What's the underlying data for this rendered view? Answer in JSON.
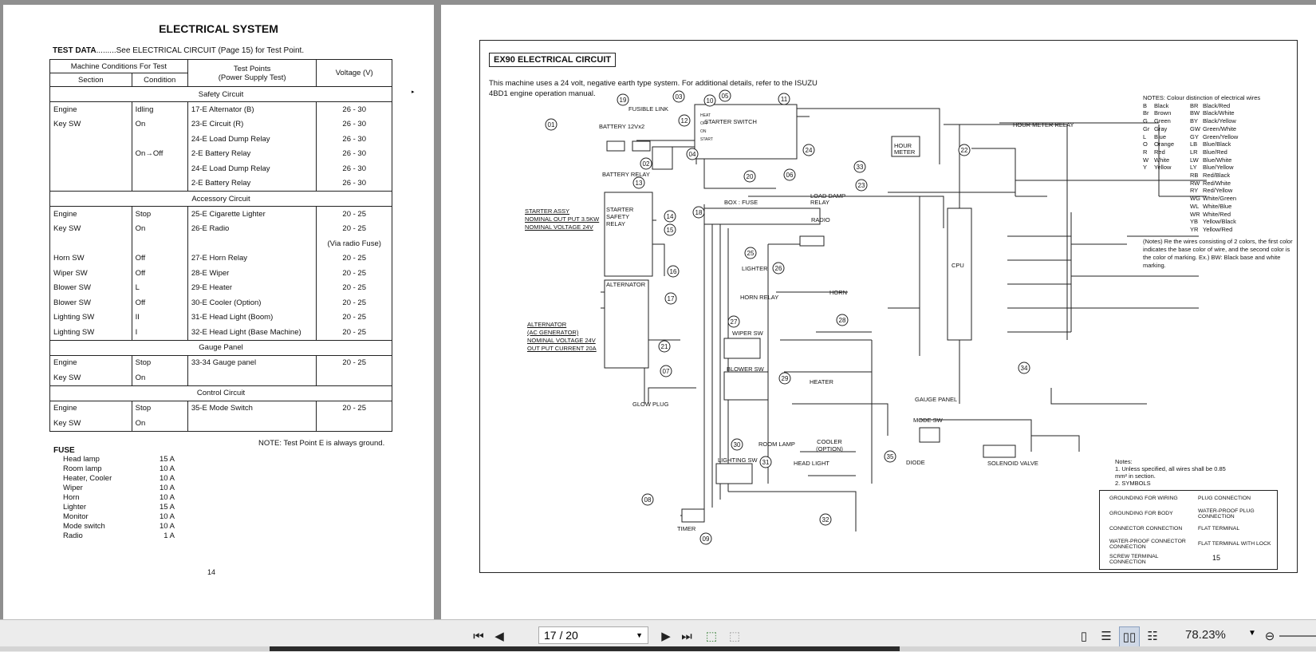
{
  "left_page": {
    "title": "ELECTRICAL SYSTEM",
    "test_data_label": "TEST DATA",
    "test_data_text": ".........See  ELECTRICAL CIRCUIT (Page 15)  for Test  Point.",
    "table_headers": {
      "machine_conditions": "Machine Conditions For Test",
      "section": "Section",
      "condition": "Condition",
      "test_points": "Test Points",
      "test_points_sub": "(Power Supply Test)",
      "voltage": "Voltage (V)"
    },
    "sections": [
      {
        "name": "Safety Circuit",
        "rows": [
          [
            "Engine",
            "Idling",
            "17-E   Alternator (B)",
            "26 - 30"
          ],
          [
            "Key SW",
            "On",
            "23-E   Circuit (R)",
            "26 - 30"
          ],
          [
            "",
            "",
            "24-E   Load Dump Relay",
            "26 - 30"
          ],
          [
            "",
            "On→Off",
            "2-E    Battery Relay",
            "26 - 30"
          ],
          [
            "",
            "",
            "24-E   Load Dump Relay",
            "26 - 30"
          ],
          [
            "",
            "",
            "2-E    Battery Relay",
            "26 - 30"
          ]
        ]
      },
      {
        "name": "Accessory Circuit",
        "rows": [
          [
            "Engine",
            "Stop",
            "25-E   Cigarette Lighter",
            "20 - 25"
          ],
          [
            "Key SW",
            "On",
            "26-E   Radio",
            "20 - 25"
          ],
          [
            "",
            "",
            "",
            "(Via radio Fuse)"
          ],
          [
            "Horn SW",
            "Off",
            "27-E   Horn Relay",
            "20 - 25"
          ],
          [
            "Wiper SW",
            "Off",
            "28-E   Wiper",
            "20 - 25"
          ],
          [
            "Blower SW",
            "L",
            "29-E   Heater",
            "20 - 25"
          ],
          [
            "Blower SW",
            "Off",
            "30-E   Cooler (Option)",
            "20 - 25"
          ],
          [
            "Lighting SW",
            "II",
            "31-E   Head Light (Boom)",
            "20 - 25"
          ],
          [
            "Lighting SW",
            "I",
            "32-E   Head Light (Base Machine)",
            "20 - 25"
          ]
        ]
      },
      {
        "name": "Gauge Panel",
        "rows": [
          [
            "Engine",
            "Stop",
            "33-34   Gauge panel",
            "20 - 25"
          ],
          [
            "Key SW",
            "On",
            "",
            ""
          ]
        ]
      },
      {
        "name": "Control   Circuit",
        "rows": [
          [
            "Engine",
            "Stop",
            "35-E   Mode Switch",
            "20 - 25"
          ],
          [
            "Key SW",
            "On",
            "",
            ""
          ]
        ]
      }
    ],
    "note": "NOTE: Test Point  E  is always ground.",
    "fuse_title": "FUSE",
    "fuses": [
      [
        "Head lamp",
        "15 A"
      ],
      [
        "Room lamp",
        "10 A"
      ],
      [
        "Heater, Cooler",
        "10 A"
      ],
      [
        "Wiper",
        "10 A"
      ],
      [
        "Horn",
        "10 A"
      ],
      [
        "Lighter",
        "15 A"
      ],
      [
        "Monitor",
        "10 A"
      ],
      [
        "Mode switch",
        "10 A"
      ],
      [
        "Radio",
        "1 A"
      ]
    ],
    "page_number": "14"
  },
  "right_page": {
    "circuit_title": "EX90  ELECTRICAL CIRCUIT",
    "intro": "This  machine  uses  a  24  volt,  negative  earth  type  system.  For  additional  details,  refer  to  the ISUZU 4BD1 engine operation manual.",
    "notes_title": "NOTES:  Colour distinction of electrical wires",
    "colour_codes": [
      [
        "B",
        "Black",
        "BR",
        "Black/Red"
      ],
      [
        "Br",
        "Brown",
        "BW",
        "Black/White"
      ],
      [
        "G",
        "Green",
        "BY",
        "Black/Yellow"
      ],
      [
        "Gr",
        "Gray",
        "GW",
        "Green/White"
      ],
      [
        "L",
        "Blue",
        "GY",
        "Green/Yellow"
      ],
      [
        "O",
        "Orange",
        "LB",
        "Blue/Black"
      ],
      [
        "R",
        "Red",
        "LR",
        "Blue/Red"
      ],
      [
        "W",
        "White",
        "LW",
        "Blue/White"
      ],
      [
        "Y",
        "Yellow",
        "LY",
        "Blue/Yellow"
      ],
      [
        "",
        "",
        "RB",
        "Red/Black"
      ],
      [
        "",
        "",
        "RW",
        "Red/White"
      ],
      [
        "",
        "",
        "RY",
        "Red/Yellow"
      ],
      [
        "",
        "",
        "WG",
        "White/Green"
      ],
      [
        "",
        "",
        "WL",
        "White/Blue"
      ],
      [
        "",
        "",
        "WR",
        "White/Red"
      ],
      [
        "",
        "",
        "YB",
        "Yellow/Black"
      ],
      [
        "",
        "",
        "YR",
        "Yellow/Red"
      ]
    ],
    "notes2": "(Notes)  Re the wires consisting of 2 colors, the first color indicates the base color of wire, and the second color is the color of marking. Ex.) BW: Black base and white marking.",
    "notes3_title": "Notes:",
    "notes3_1": "1.  Unless specified, all wires shall be 0.85 mm² in section.",
    "notes3_2": "2.  SYMBOLS",
    "legend": [
      [
        "GROUNDING FOR WIRING",
        "PLUG CONNECTION"
      ],
      [
        "GROUNDING FOR BODY",
        "WATER-PROOF PLUG CONNECTION"
      ],
      [
        "CONNECTOR CONNECTION",
        "FLAT TERMINAL"
      ],
      [
        "WATER-PROOF CONNECTOR CONNECTION",
        "FLAT TERMINAL WITH LOCK"
      ],
      [
        "SCREW TERMINAL CONNECTION",
        ""
      ]
    ],
    "labels": {
      "fusible_link": "FUSIBLE LINK",
      "battery": "BATTERY 12Vx2",
      "battery_relay": "BATTERY RELAY",
      "starter_switch": "STARTER SWITCH",
      "hour_meter_relay": "HOUR METER RELAY",
      "hour_meter": "HOUR METER",
      "load_damp_relay": "LOAD DAMP RELAY",
      "box_fuse": "BOX : FUSE",
      "radio": "RADIO",
      "starter_assy": "STARTER ASSY",
      "starter_out": "NOMINAL OUT PUT 3.5KW",
      "starter_volt": "NOMINAL VOLTAGE 24V",
      "starter_safety": "STARTER SAFETY RELAY",
      "lighter": "LIGHTER",
      "horn_relay": "HORN RELAY",
      "horn": "HORN",
      "alternator_box": "ALTERNATOR",
      "alternator": "ALTERNATOR",
      "ac_gen": "(AC GENERATOR)",
      "alt_volt": "NOMINAL VOLTAGE 24V",
      "alt_current": "OUT PUT CURRENT 20A",
      "wiper_sw": "WIPER SW",
      "blower_sw": "BLOWER SW",
      "heater": "HEATER",
      "room_lamp": "ROOM LAMP",
      "cooler": "COOLER (OPTION)",
      "lighting_sw": "LIGHTING SW",
      "head_light": "HEAD LIGHT",
      "glow_plug": "GLOW PLUG",
      "timer": "TIMER",
      "gauge_panel": "GAUGE PANEL",
      "mode_sw": "MODE SW",
      "diode": "DIODE",
      "solenoid": "SOLENOID VALVE",
      "cpu": "CPU"
    },
    "callouts": [
      "01",
      "02",
      "03",
      "04",
      "05",
      "06",
      "07",
      "08",
      "09",
      "10",
      "11",
      "12",
      "13",
      "14",
      "15",
      "16",
      "17",
      "18",
      "19",
      "20",
      "21",
      "22",
      "23",
      "24",
      "25",
      "26",
      "27",
      "28",
      "29",
      "30",
      "31",
      "32",
      "33",
      "34",
      "35"
    ],
    "page_number": "15"
  },
  "toolbar": {
    "page_indicator": "17 / 20",
    "zoom": "78.23%",
    "icons": [
      "first-page-icon",
      "prev-page-icon",
      "next-page-icon",
      "last-page-icon",
      "previous-view-icon",
      "next-view-icon",
      "single-page-icon",
      "continuous-icon",
      "facing-icon",
      "continuous-facing-icon",
      "zoom-out-icon"
    ]
  }
}
